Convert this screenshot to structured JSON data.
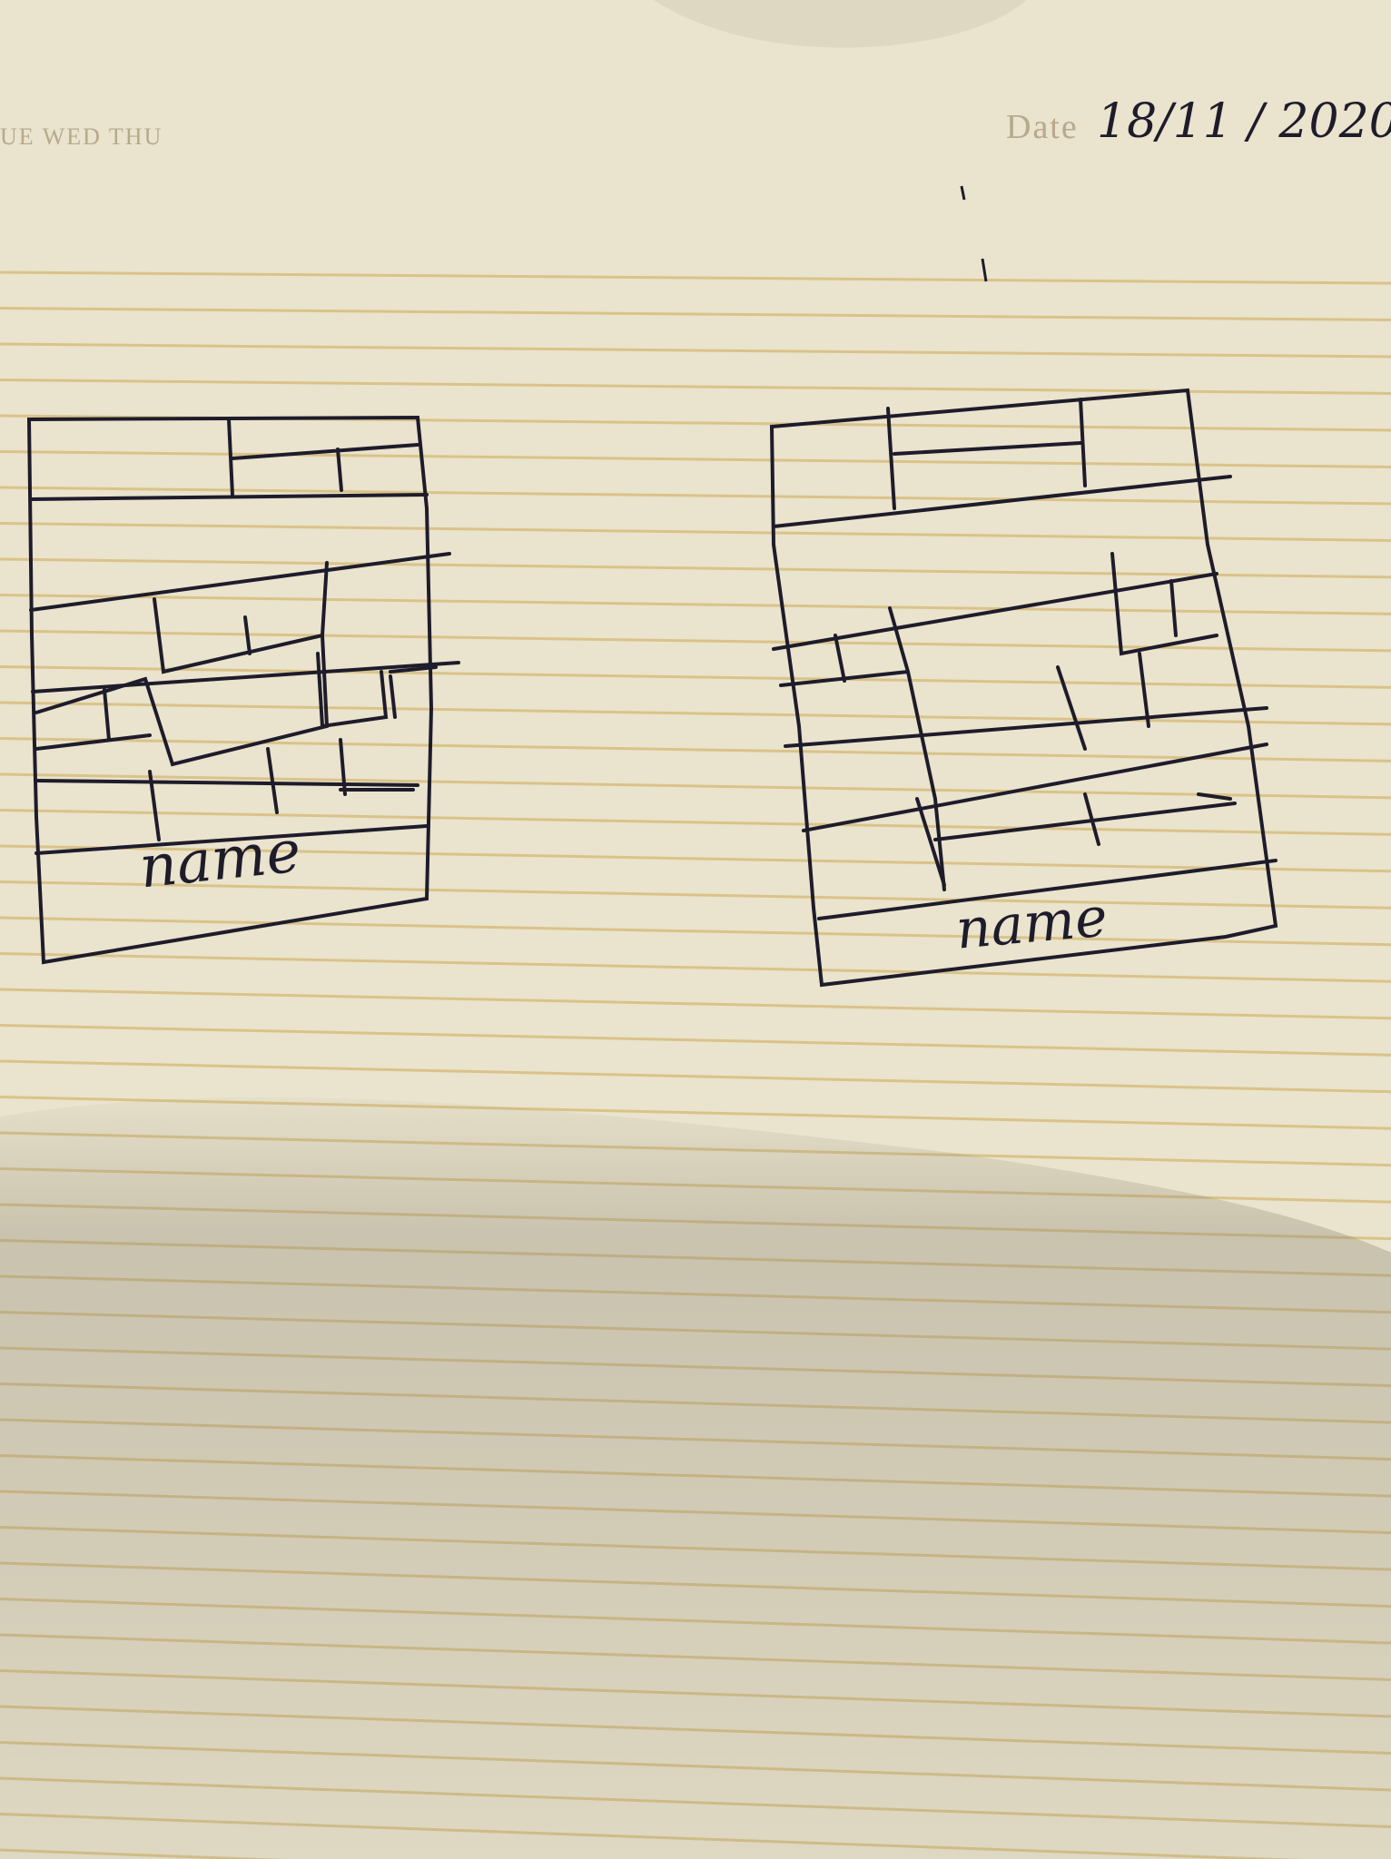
{
  "page": {
    "paper_color": "#eae3cd",
    "rule_color": "#d9c389",
    "ink_color": "#1e1c2b",
    "print_color": "#b7a98c",
    "shadow_color": "#8c8675"
  },
  "header": {
    "days": "UE  WED  THU",
    "date_label": "Date",
    "date_value": "18/11 /  2020."
  },
  "sketches": [
    {
      "caption": "name"
    },
    {
      "caption": "name"
    }
  ]
}
